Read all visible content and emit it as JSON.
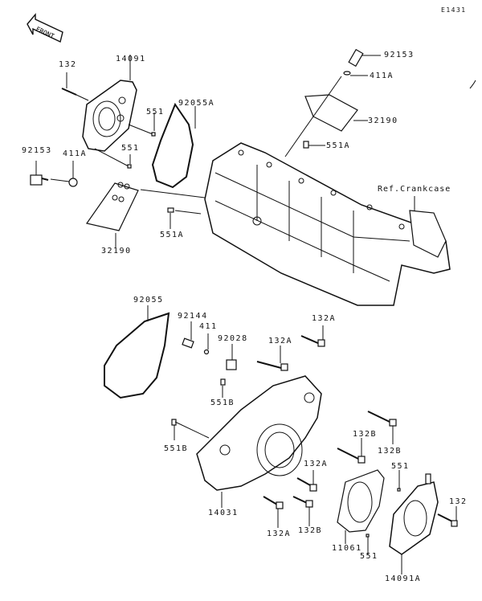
{
  "diagram": {
    "id_code": "E1431",
    "front_arrow_text": "FRONT",
    "labels": {
      "l_132_top": "132",
      "l_14091": "14091",
      "l_551_a": "551",
      "l_551_b": "551",
      "l_92055A": "92055A",
      "l_92153_left": "92153",
      "l_411A_left": "411A",
      "l_32190_left": "32190",
      "l_551A_left": "551A",
      "l_92153_right": "92153",
      "l_411A_right": "411A",
      "l_32190_right": "32190",
      "l_551A_right": "551A",
      "l_ref_crankcase": "Ref.Crankcase",
      "l_92055": "92055",
      "l_92144": "92144",
      "l_411": "411",
      "l_92028": "92028",
      "l_132A_1": "132A",
      "l_132A_2": "132A",
      "l_551B_1": "551B",
      "l_551B_2": "551B",
      "l_132B_1": "132B",
      "l_132B_2": "132B",
      "l_132A_3": "132A",
      "l_551_c": "551",
      "l_132_right": "132",
      "l_14031": "14031",
      "l_132A_4": "132A",
      "l_132B_3": "132B",
      "l_11061": "11061",
      "l_551_d": "551",
      "l_14091A": "14091A"
    }
  }
}
